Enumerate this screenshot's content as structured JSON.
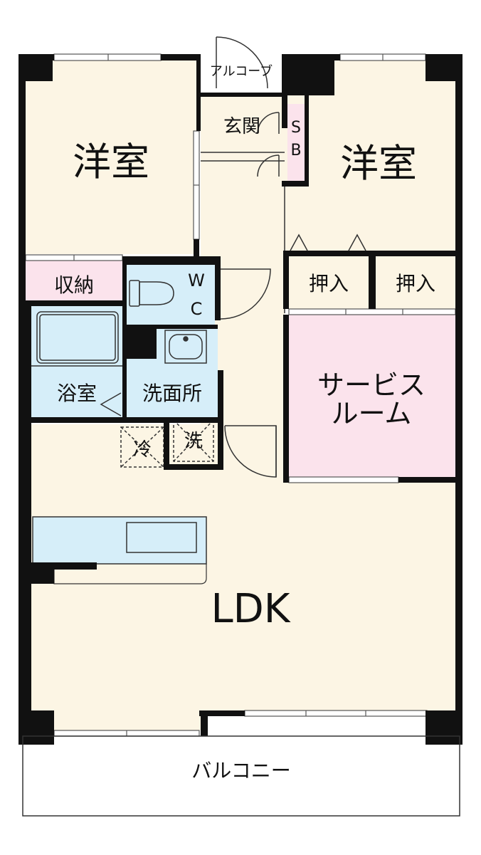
{
  "colors": {
    "room": "#fcf5e4",
    "wet": "#d6eef9",
    "pink": "#fbe3ec",
    "wall": "#111111",
    "line": "#333333"
  },
  "rooms": {
    "western_left": "洋室",
    "western_right": "洋室",
    "alcove": "アルコーブ",
    "entrance": "玄関",
    "shoe_box_s": "S",
    "shoe_box_b": "B",
    "storage": "収納",
    "wc_w": "W",
    "wc_c": "C",
    "closet_1": "押入",
    "closet_2": "押入",
    "bath": "浴室",
    "washroom": "洗面所",
    "service_room_line1": "サービス",
    "service_room_line2": "ルーム",
    "fridge": "冷",
    "washer": "洗",
    "ldk": "LDK",
    "balcony": "バルコニー"
  }
}
